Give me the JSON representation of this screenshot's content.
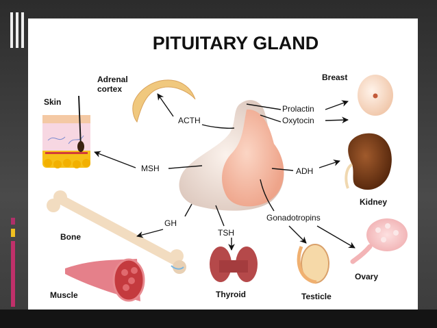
{
  "title": "PITUITARY GLAND",
  "hormones": {
    "acth": "ACTH",
    "prolactin": "Prolactin",
    "oxytocin": "Oxytocin",
    "msh": "MSH",
    "adh": "ADH",
    "gh": "GH",
    "tsh": "TSH",
    "gonadotropins": "Gonadotropins"
  },
  "organs": {
    "adrenal_line1": "Adrenal",
    "adrenal_line2": "cortex",
    "breast": "Breast",
    "skin": "Skin",
    "kidney": "Kidney",
    "bone": "Bone",
    "muscle": "Muscle",
    "thyroid": "Thyroid",
    "testicle": "Testicle",
    "ovary": "Ovary"
  },
  "colors": {
    "gland_anterior": "#f4b8a2",
    "gland_posterior": "#eadbd3",
    "kidney": "#7a3d17",
    "thyroid": "#b5494a",
    "muscle": "#d6585a",
    "bone": "#f2dcc0",
    "accent_left_bar": "#c0306a"
  }
}
